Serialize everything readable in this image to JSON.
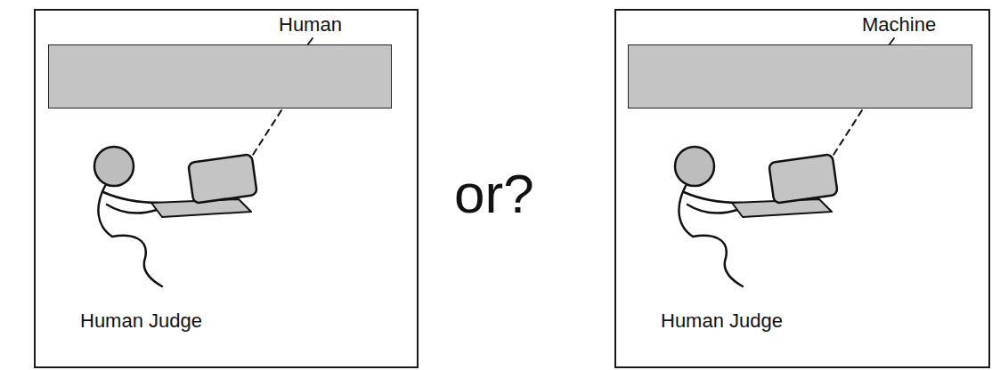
{
  "diagram": {
    "nodes": [
      {
        "text": [
          "Human Judge"
        ]
      },
      {
        "text": [
          "Human"
        ],
        "in": 0
      },
      {
        "text": [
          "Human Judge"
        ]
      },
      {
        "text": [
          "Machine"
        ],
        "in": 2
      }
    ],
    "labels": [
      "or?"
    ]
  }
}
